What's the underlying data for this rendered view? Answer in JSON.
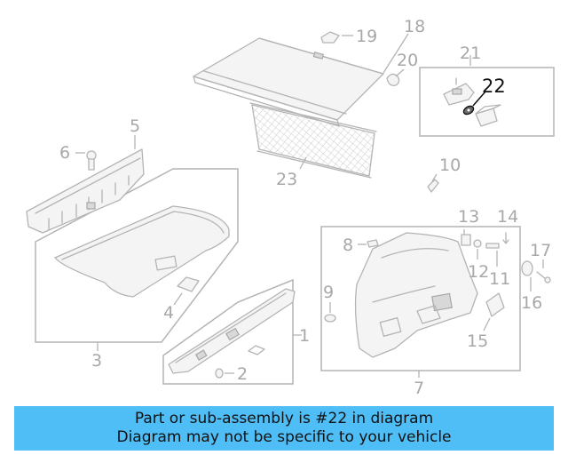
{
  "colors": {
    "banner_bg": "#4fbef7",
    "line_gray": "#b4b4b4",
    "label_gray": "#a8a8a8",
    "highlight": "#111111"
  },
  "diagram": {
    "labels": {
      "p1": "1",
      "p2": "2",
      "p3": "3",
      "p4": "4",
      "p5": "5",
      "p6": "6",
      "p7": "7",
      "p8": "8",
      "p9": "9",
      "p10": "10",
      "p11": "11",
      "p12": "12",
      "p13": "13",
      "p14": "14",
      "p15": "15",
      "p16": "16",
      "p17": "17",
      "p18": "18",
      "p19": "19",
      "p20": "20",
      "p21": "21",
      "p22": "22",
      "p23": "23"
    },
    "highlighted_part": "22"
  },
  "banner": {
    "line1": "Part or sub-assembly is #22 in diagram",
    "line2": "Diagram may not be specific to your vehicle"
  }
}
